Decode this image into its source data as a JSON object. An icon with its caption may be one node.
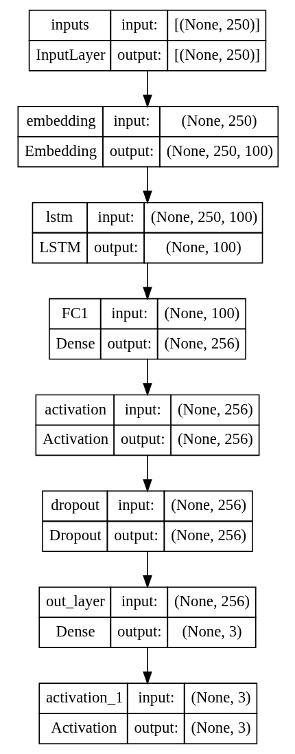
{
  "diagram": {
    "nodes": [
      {
        "text": [
          "inputs",
          "input:",
          "[(None, 250)]",
          "InputLayer",
          "output:",
          "[(None, 250)]"
        ]
      },
      {
        "text": [
          "embedding",
          "input:",
          "(None, 250)",
          "Embedding",
          "output:",
          "(None, 250, 100)"
        ]
      },
      {
        "text": [
          "lstm",
          "input:",
          "(None, 250, 100)",
          "LSTM",
          "output:",
          "(None, 100)"
        ]
      },
      {
        "text": [
          "FC1",
          "input:",
          "(None, 100)",
          "Dense",
          "output:",
          "(None, 256)"
        ]
      },
      {
        "text": [
          "activation",
          "input:",
          "(None, 256)",
          "Activation",
          "output:",
          "(None, 256)"
        ]
      },
      {
        "text": [
          "dropout",
          "input:",
          "(None, 256)",
          "Dropout",
          "output:",
          "(None, 256)"
        ]
      },
      {
        "text": [
          "out_layer",
          "input:",
          "(None, 256)",
          "Dense",
          "output:",
          "(None, 3)"
        ]
      },
      {
        "text": [
          "activation_1",
          "input:",
          "(None, 3)",
          "Activation",
          "output:",
          "(None, 3)"
        ]
      }
    ],
    "edges": [
      {
        "from": 0,
        "to": 1,
        "arrow": "to"
      },
      {
        "from": 1,
        "to": 2,
        "arrow": "to"
      },
      {
        "from": 2,
        "to": 3,
        "arrow": "to"
      },
      {
        "from": 3,
        "to": 4,
        "arrow": "to"
      },
      {
        "from": 4,
        "to": 5,
        "arrow": "to"
      },
      {
        "from": 5,
        "to": 6,
        "arrow": "to"
      },
      {
        "from": 6,
        "to": 7,
        "arrow": "to"
      }
    ]
  }
}
